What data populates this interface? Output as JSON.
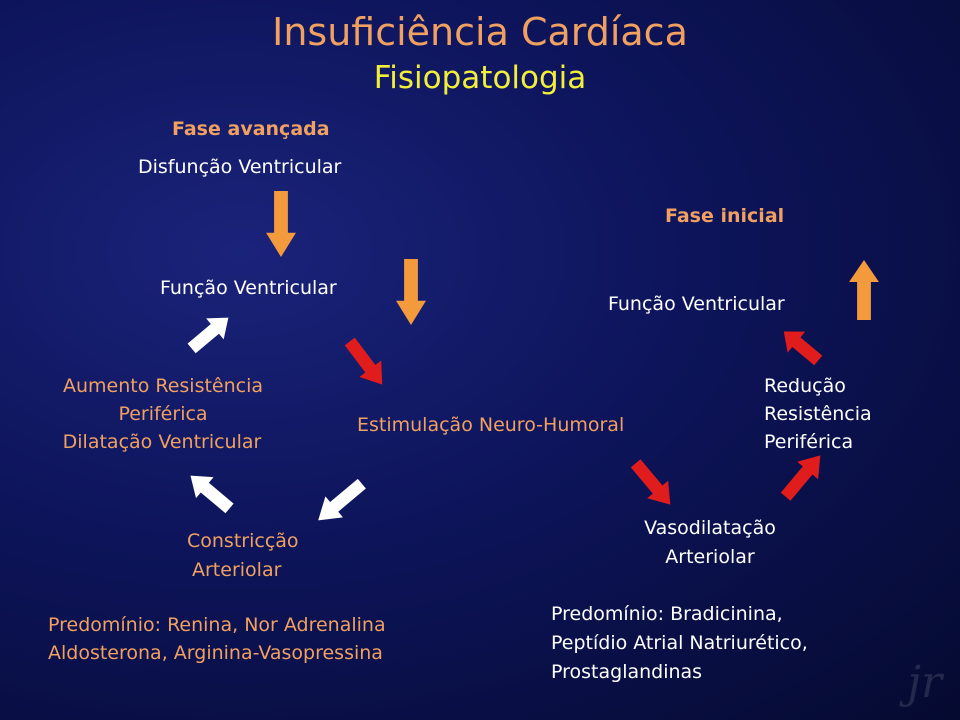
{
  "title": "Insuficiência Cardíaca",
  "subtitle": "Fisiopatologia",
  "advanced": {
    "phase_label": "Fase avançada",
    "dysfunction": "Disfunção Ventricular",
    "function": "Função Ventricular",
    "stimulation": "Estimulação Neuro-Humoral",
    "constriction_line1": "Constricção",
    "constriction_line2": "Arteriolar",
    "resistance_line1": "Aumento Resistência",
    "resistance_line2": "Periférica",
    "resistance_line3": "Dilatação Ventricular",
    "predominance_line1": "Predomínio: Renina, Nor Adrenalina",
    "predominance_line2": "Aldosterona, Arginina-Vasopressina"
  },
  "initial": {
    "phase_label": "Fase inicial",
    "function": "Função Ventricular",
    "reduction_line1": "Redução",
    "reduction_line2": "Resistência",
    "reduction_line3": "Periférica",
    "vasodilation_line1": "Vasodilatação",
    "vasodilation_line2": "Arteriolar",
    "predominance_line1": "Predomínio: Bradicinina,",
    "predominance_line2": "Peptídio Atrial Natriurético,",
    "predominance_line3": "Prostaglandinas"
  },
  "colors": {
    "orange_arrow": "#f39a3c",
    "red_arrow": "#e01c1c",
    "white_arrow": "#ffffff",
    "title": "#f0a060",
    "subtitle": "#f2ef3a"
  },
  "watermark": "jr"
}
